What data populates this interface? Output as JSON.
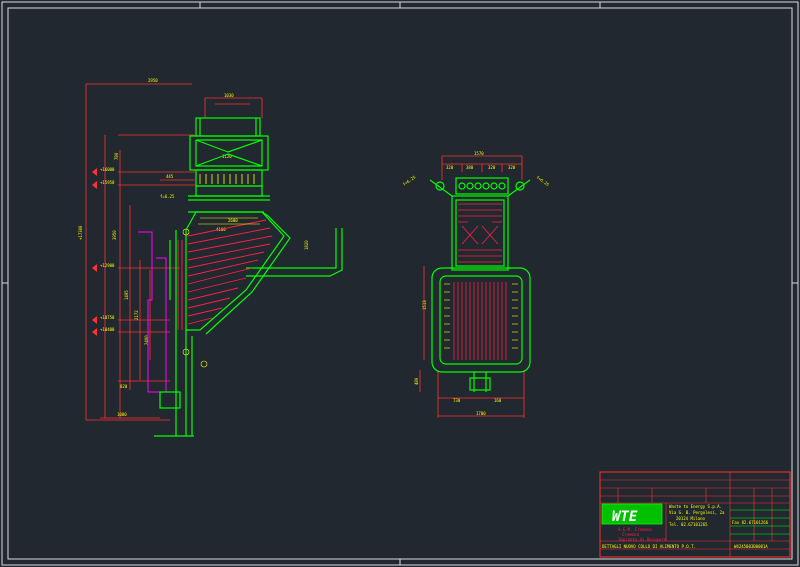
{
  "drawing": {
    "background": "#212830",
    "colors": {
      "frame": "#f0f0f0",
      "structure": "#00ff00",
      "dimension": "#ff3030",
      "annotation": "#ffff00",
      "detail": "#ff2040",
      "magenta": "#ff00ff",
      "cyan": "#00ffff",
      "white": "#ffffff"
    }
  },
  "title_block": {
    "logo": "WTE",
    "company_lines": [
      "Waste to Energy S.p.A.",
      "Via G. B. Pergolesi, 2a",
      "20124 Milano"
    ],
    "phone": "Tel. 02.67101265",
    "fax": "Fax 02.67101266",
    "client": "A.E.M. Cremona",
    "site": "Cremona",
    "project": "Impianto di Recupero",
    "title": "DETTAGLI NUOVO COLLO DI ALIMENTO P.O.T.",
    "drawing_number": "W4245003B0081A"
  }
}
